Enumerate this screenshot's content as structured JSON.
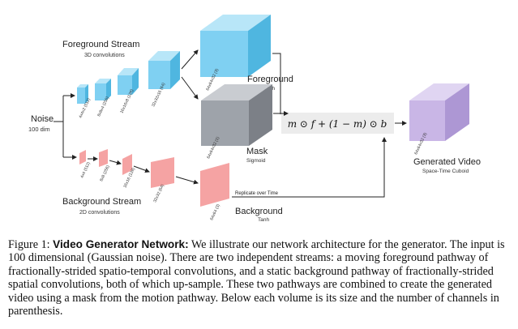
{
  "diagram": {
    "noise": {
      "title": "Noise",
      "subtitle": "100 dim"
    },
    "foreground_stream": {
      "title": "Foreground Stream",
      "subtitle": "3D convolutions"
    },
    "background_stream": {
      "title": "Background Stream",
      "subtitle": "2D convolutions"
    },
    "foreground": {
      "title": "Foreground",
      "subtitle": "Tanh"
    },
    "mask": {
      "title": "Mask",
      "subtitle": "Sigmoid"
    },
    "background": {
      "title": "Background",
      "subtitle": "Tanh"
    },
    "generated": {
      "title": "Generated Video",
      "subtitle": "Space-Time Cuboid"
    },
    "replicate": "Replicate over Time",
    "formula": "m ⊙ f + (1 − m) ⊙ b",
    "fg_volume_labels": [
      "4x4x2 (512)",
      "8x8x4 (256)",
      "16x16x8 (128)",
      "32x32x16 (64)"
    ],
    "fg_output_label": "64x64x32 (3)",
    "mask_label": "64x64x32 (1)",
    "bg_volume_labels": [
      "4x4 (512)",
      "8x8 (256)",
      "16x16 (128)",
      "32x32 (64)"
    ],
    "bg_output_label": "64x64 (3)",
    "generated_label": "64x64x32 (3)",
    "colors": {
      "fg": "#7fd0f2",
      "mask": "#9ea3aa",
      "bg": "#f5a3a3",
      "gen": "#c9b6e6"
    }
  },
  "caption": {
    "label": "Figure 1:",
    "bold_title": "Video Generator Network:",
    "text": "We illustrate our network architecture for the generator. The input is 100 dimensional (Gaussian noise). There are two independent streams: a moving foreground pathway of fractionally-strided spatio-temporal convolutions, and a static background pathway of fractionally-strided spatial convolutions, both of which up-sample. These two pathways are combined to create the generated video using a mask from the motion pathway. Below each volume is its size and the number of channels in parenthesis."
  }
}
